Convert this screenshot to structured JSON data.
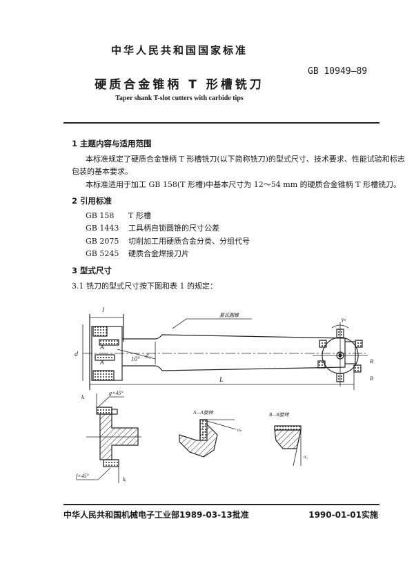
{
  "header": {
    "national_standard": "中华人民共和国国家标准",
    "standard_number": "GB 10949—89",
    "title_cn": "硬质合金锥柄 T 形槽铣刀",
    "title_en": "Taper shank T-slot cutters with carbide tips"
  },
  "sections": [
    {
      "heading": "1  主题内容与适用范围",
      "paragraphs": [
        "本标准规定了硬质合金锥柄 T 形槽铣刀(以下简称铣刀)的型式尺寸、技术要求、性能试验和标志",
        "包装的基本要求。",
        "本标准适用于加工 GB 158(T 形槽)中基本尺寸为 12～54 mm 的硬质合金锥柄 T 形槽铣刀。"
      ]
    },
    {
      "heading": "2  引用标准",
      "references": [
        {
          "code": "GB 158",
          "title": "T 形槽"
        },
        {
          "code": "GB 1443",
          "title": "工具柄自锁圆锥的尺寸公差"
        },
        {
          "code": "GB 2075",
          "title": "切削加工用硬质合金分类、分组代号"
        },
        {
          "code": "GB 5245",
          "title": "硬质合金焊接刀片"
        }
      ]
    },
    {
      "heading": "3  型式尺寸",
      "subclause": "3.1  铣刀的型式尺寸按下图和表 1 的规定："
    }
  ],
  "figure": {
    "labels": {
      "l": "l",
      "d": "d",
      "d1": "d₁",
      "angle": "10°",
      "L": "L",
      "morse_taper": "莫氏圆锥",
      "kr": "kᵣ",
      "g45": "g×45°",
      "f45": "f×45°",
      "section_aa": "A—A旋转",
      "section_bb": "B—B旋转",
      "alpha_n": "αₙ",
      "alpha_f": "α₁",
      "gamma": "γₙ",
      "A": "A",
      "B": "B"
    }
  },
  "footer": {
    "approval": "中华人民共和国机械电子工业部1989-03-13批准",
    "implementation": "1990-01-01实施"
  }
}
